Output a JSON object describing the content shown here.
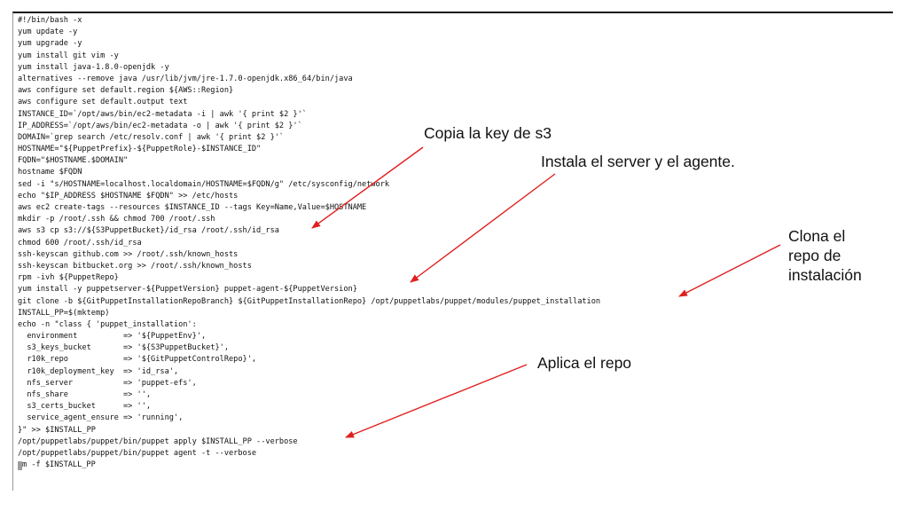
{
  "terminal": {
    "lines": [
      "#!/bin/bash -x",
      "yum update -y",
      "yum upgrade -y",
      "yum install git vim -y",
      "yum install java-1.8.0-openjdk -y",
      "alternatives --remove java /usr/lib/jvm/jre-1.7.0-openjdk.x86_64/bin/java",
      "aws configure set default.region ${AWS::Region}",
      "aws configure set default.output text",
      "INSTANCE_ID=`/opt/aws/bin/ec2-metadata -i | awk '{ print $2 }'`",
      "IP_ADDRESS=`/opt/aws/bin/ec2-metadata -o | awk '{ print $2 }'`",
      "DOMAIN=`grep search /etc/resolv.conf | awk '{ print $2 }'`",
      "HOSTNAME=\"${PuppetPrefix}-${PuppetRole}-$INSTANCE_ID\"",
      "FQDN=\"$HOSTNAME.$DOMAIN\"",
      "hostname $FQDN",
      "sed -i \"s/HOSTNAME=localhost.localdomain/HOSTNAME=$FQDN/g\" /etc/sysconfig/network",
      "echo \"$IP_ADDRESS $HOSTNAME $FQDN\" >> /etc/hosts",
      "aws ec2 create-tags --resources $INSTANCE_ID --tags Key=Name,Value=$HOSTNAME",
      "mkdir -p /root/.ssh && chmod 700 /root/.ssh",
      "aws s3 cp s3://${S3PuppetBucket}/id_rsa /root/.ssh/id_rsa",
      "chmod 600 /root/.ssh/id_rsa",
      "ssh-keyscan github.com >> /root/.ssh/known_hosts",
      "ssh-keyscan bitbucket.org >> /root/.ssh/known_hosts",
      "rpm -ivh ${PuppetRepo}",
      "yum install -y puppetserver-${PuppetVersion} puppet-agent-${PuppetVersion}",
      "git clone -b ${GitPuppetInstallationRepoBranch} ${GitPuppetInstallationRepo} /opt/puppetlabs/puppet/modules/puppet_installation",
      "INSTALL_PP=$(mktemp)",
      "echo -n \"class { 'puppet_installation':",
      "  environment          => '${PuppetEnv}',",
      "  s3_keys_bucket       => '${S3PuppetBucket}',",
      "  r10k_repo            => '${GitPuppetControlRepo}',",
      "  r10k_deployment_key  => 'id_rsa',",
      "  nfs_server           => 'puppet-efs',",
      "  nfs_share            => '',",
      "  s3_certs_bucket      => '',",
      "  service_agent_ensure => 'running',",
      "}\" >> $INSTALL_PP",
      "/opt/puppetlabs/puppet/bin/puppet apply $INSTALL_PP --verbose",
      "/opt/puppetlabs/puppet/bin/puppet agent -t --verbose",
      "m -f $INSTALL_PP"
    ]
  },
  "annotations": {
    "copy_key": "Copia la key de s3",
    "install_server": "Instala el server y el agente.",
    "clone_repo": [
      "Clona el",
      "repo de",
      "instalación"
    ],
    "apply_repo": "Aplica el repo"
  },
  "colors": {
    "arrow": "#e02020",
    "text": "#111111",
    "background": "#ffffff"
  }
}
